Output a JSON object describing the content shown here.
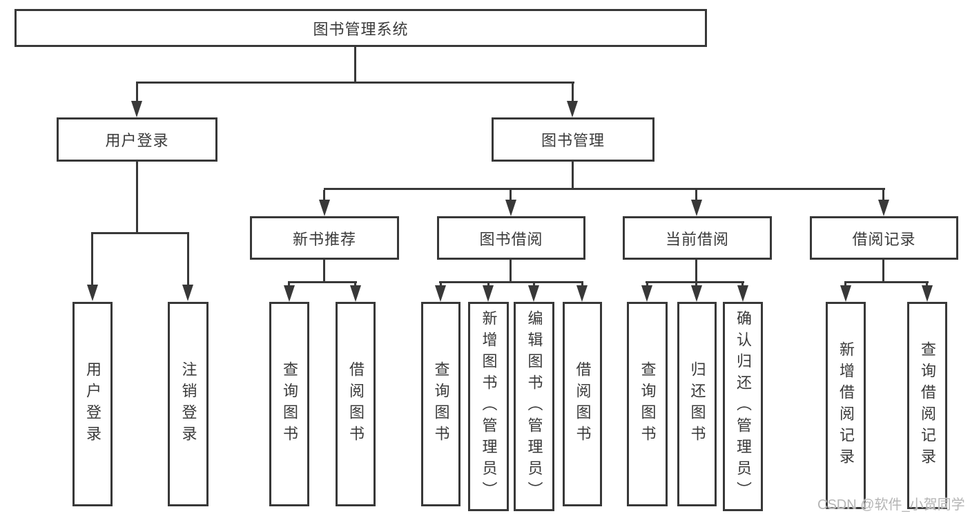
{
  "tree": {
    "root": "图书管理系统",
    "children": [
      {
        "label": "用户登录",
        "children": [
          {
            "label": "用户登录"
          },
          {
            "label": "注销登录"
          }
        ]
      },
      {
        "label": "图书管理",
        "children": [
          {
            "label": "新书推荐",
            "children": [
              {
                "label": "查询图书"
              },
              {
                "label": "借阅图书"
              }
            ]
          },
          {
            "label": "图书借阅",
            "children": [
              {
                "label": "查询图书"
              },
              {
                "label": "新增图书（管理员）"
              },
              {
                "label": "编辑图书（管理员）"
              },
              {
                "label": "借阅图书"
              }
            ]
          },
          {
            "label": "当前借阅",
            "children": [
              {
                "label": "查询图书"
              },
              {
                "label": "归还图书"
              },
              {
                "label": "确认归还（管理员）"
              }
            ]
          },
          {
            "label": "借阅记录",
            "children": [
              {
                "label": "新增借阅记录"
              },
              {
                "label": "查询借阅记录"
              }
            ]
          }
        ]
      }
    ]
  },
  "watermark": {
    "text": "CSDN @软件_小贺同学"
  },
  "colors": {
    "line": "#383838",
    "text": "#3a3a3a",
    "watermark": "#b5b5b5",
    "background": "#ffffff"
  }
}
